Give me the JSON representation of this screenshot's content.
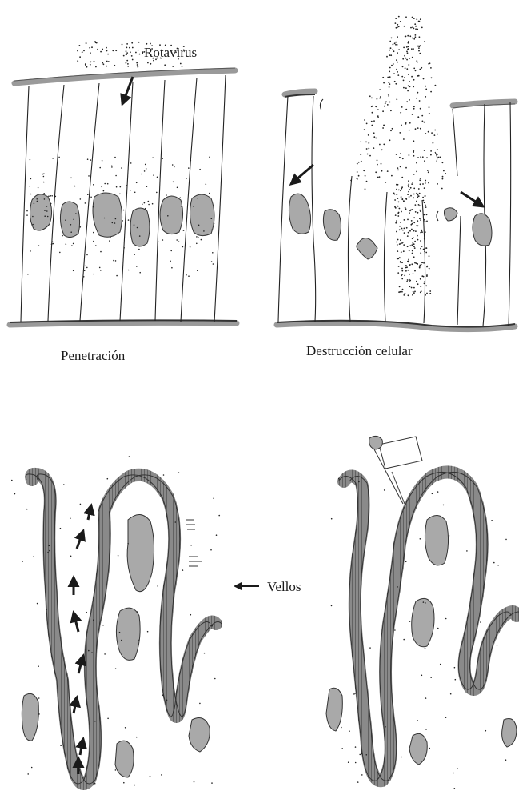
{
  "labels": {
    "rotavirus": "Rotavirus",
    "penetration": "Penetración",
    "destruction": "Destrucción celular",
    "villi": "Vellos"
  },
  "colors": {
    "membrane": "#9a9a9a",
    "membrane_dark": "#3a3a3a",
    "nucleus": "#a9a9a9",
    "villus_band": "#7d7d7d",
    "ink": "#1a1a1a"
  }
}
